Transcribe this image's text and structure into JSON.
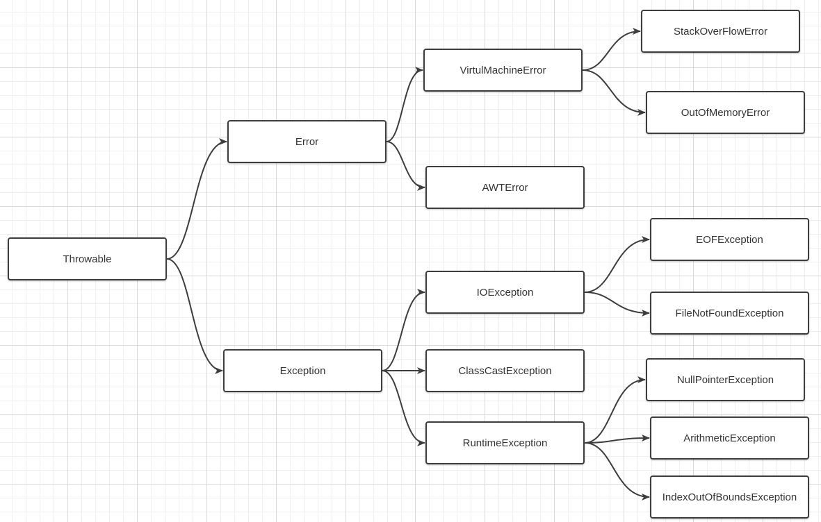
{
  "diagram": {
    "nodes": [
      {
        "id": "throwable",
        "label": "Throwable"
      },
      {
        "id": "error",
        "label": "Error"
      },
      {
        "id": "exception",
        "label": "Exception"
      },
      {
        "id": "virtual-machine-error",
        "label": "VirtulMachineError"
      },
      {
        "id": "awt-error",
        "label": "AWTError"
      },
      {
        "id": "stack-over-flow-error",
        "label": "StackOverFlowError"
      },
      {
        "id": "out-of-memory-error",
        "label": "OutOfMemoryError"
      },
      {
        "id": "io-exception",
        "label": "IOException"
      },
      {
        "id": "class-cast-exception",
        "label": "ClassCastException"
      },
      {
        "id": "runtime-exception",
        "label": "RuntimeException"
      },
      {
        "id": "eof-exception",
        "label": "EOFException"
      },
      {
        "id": "file-not-found-exception",
        "label": "FileNotFoundException"
      },
      {
        "id": "null-pointer-exception",
        "label": "NullPointerException"
      },
      {
        "id": "arithmetic-exception",
        "label": "ArithmeticException"
      },
      {
        "id": "index-out-of-bounds-exception",
        "label": "IndexOutOfBoundsException"
      }
    ],
    "edges": [
      {
        "from": "throwable",
        "to": "error"
      },
      {
        "from": "throwable",
        "to": "exception"
      },
      {
        "from": "error",
        "to": "virtual-machine-error"
      },
      {
        "from": "error",
        "to": "awt-error"
      },
      {
        "from": "virtual-machine-error",
        "to": "stack-over-flow-error"
      },
      {
        "from": "virtual-machine-error",
        "to": "out-of-memory-error"
      },
      {
        "from": "exception",
        "to": "io-exception"
      },
      {
        "from": "exception",
        "to": "class-cast-exception"
      },
      {
        "from": "exception",
        "to": "runtime-exception"
      },
      {
        "from": "io-exception",
        "to": "eof-exception"
      },
      {
        "from": "io-exception",
        "to": "file-not-found-exception"
      },
      {
        "from": "runtime-exception",
        "to": "null-pointer-exception"
      },
      {
        "from": "runtime-exception",
        "to": "arithmetic-exception"
      },
      {
        "from": "runtime-exception",
        "to": "index-out-of-bounds-exception"
      }
    ],
    "colors": {
      "node_border": "#3d3d3d",
      "node_fill": "#ffffff",
      "edge": "#3d3d3d",
      "text": "#333333",
      "grid": "#d9d9d9"
    }
  }
}
